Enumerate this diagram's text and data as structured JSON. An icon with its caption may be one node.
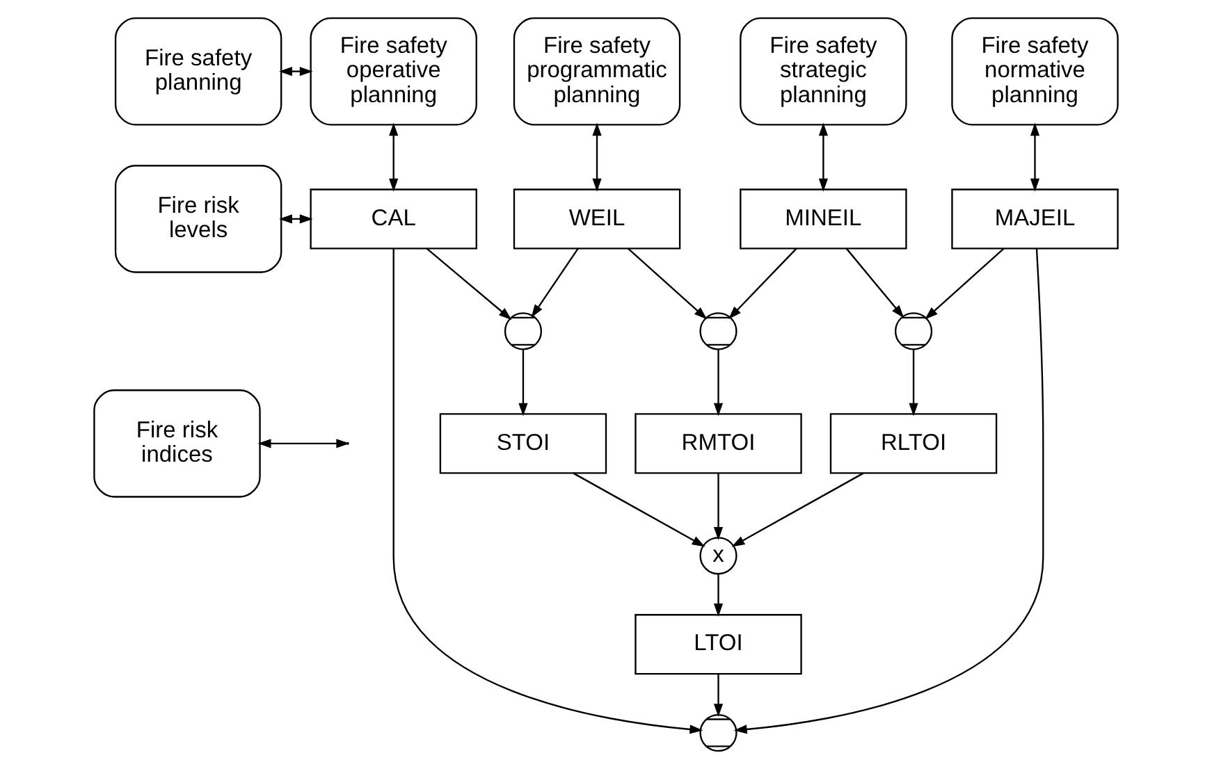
{
  "diagram": {
    "nodes": [
      {
        "text": [
          "Fire safety planning"
        ]
      },
      {
        "text": [
          "Fire risk levels"
        ]
      },
      {
        "text": [
          "Fire risk indices"
        ]
      },
      {
        "text": [
          "Fire safety operative planning"
        ]
      },
      {
        "text": [
          "Fire safety programmatic planning"
        ]
      },
      {
        "text": [
          "Fire safety strategic planning"
        ]
      },
      {
        "text": [
          "Fire safety normative planning"
        ]
      },
      {
        "text": [
          "CAL"
        ]
      },
      {
        "text": [
          "WEIL"
        ]
      },
      {
        "text": [
          "MINEIL"
        ]
      },
      {
        "text": [
          "MAJEIL"
        ]
      },
      {
        "text": [],
        "shape": "circle"
      },
      {
        "text": [],
        "shape": "circle"
      },
      {
        "text": [],
        "shape": "circle"
      },
      {
        "text": [
          "STOI"
        ]
      },
      {
        "text": [
          "RMTOI"
        ]
      },
      {
        "text": [
          "RLTOI"
        ]
      },
      {
        "text": [
          "x"
        ]
      },
      {
        "text": [
          "LTOI"
        ]
      },
      {
        "text": [],
        "shape": "circle"
      }
    ],
    "edges": [
      {
        "from": 0,
        "to": 3,
        "arrow": "both"
      },
      {
        "from": 1,
        "to": 7,
        "arrow": "both"
      },
      {
        "from": 2,
        "to": null,
        "arrow": "both"
      },
      {
        "from": 3,
        "to": 7,
        "arrow": "both"
      },
      {
        "from": 4,
        "to": 8,
        "arrow": "both"
      },
      {
        "from": 5,
        "to": 9,
        "arrow": "both"
      },
      {
        "from": 6,
        "to": 10,
        "arrow": "both"
      },
      {
        "from": 7,
        "to": 11,
        "arrow": "to"
      },
      {
        "from": 8,
        "to": 11,
        "arrow": "to"
      },
      {
        "from": 8,
        "to": 12,
        "arrow": "to"
      },
      {
        "from": 9,
        "to": 12,
        "arrow": "to"
      },
      {
        "from": 9,
        "to": 13,
        "arrow": "to"
      },
      {
        "from": 10,
        "to": 13,
        "arrow": "to"
      },
      {
        "from": 11,
        "to": 14,
        "arrow": "to"
      },
      {
        "from": 12,
        "to": 15,
        "arrow": "to"
      },
      {
        "from": 13,
        "to": 16,
        "arrow": "to"
      },
      {
        "from": 14,
        "to": 17,
        "arrow": "to"
      },
      {
        "from": 15,
        "to": 17,
        "arrow": "to"
      },
      {
        "from": 16,
        "to": 17,
        "arrow": "to"
      },
      {
        "from": 17,
        "to": 18,
        "arrow": "to"
      },
      {
        "from": 7,
        "to": 19,
        "arrow": "to"
      },
      {
        "from": 10,
        "to": 19,
        "arrow": "to"
      },
      {
        "from": 18,
        "to": 19,
        "arrow": "to"
      }
    ]
  }
}
